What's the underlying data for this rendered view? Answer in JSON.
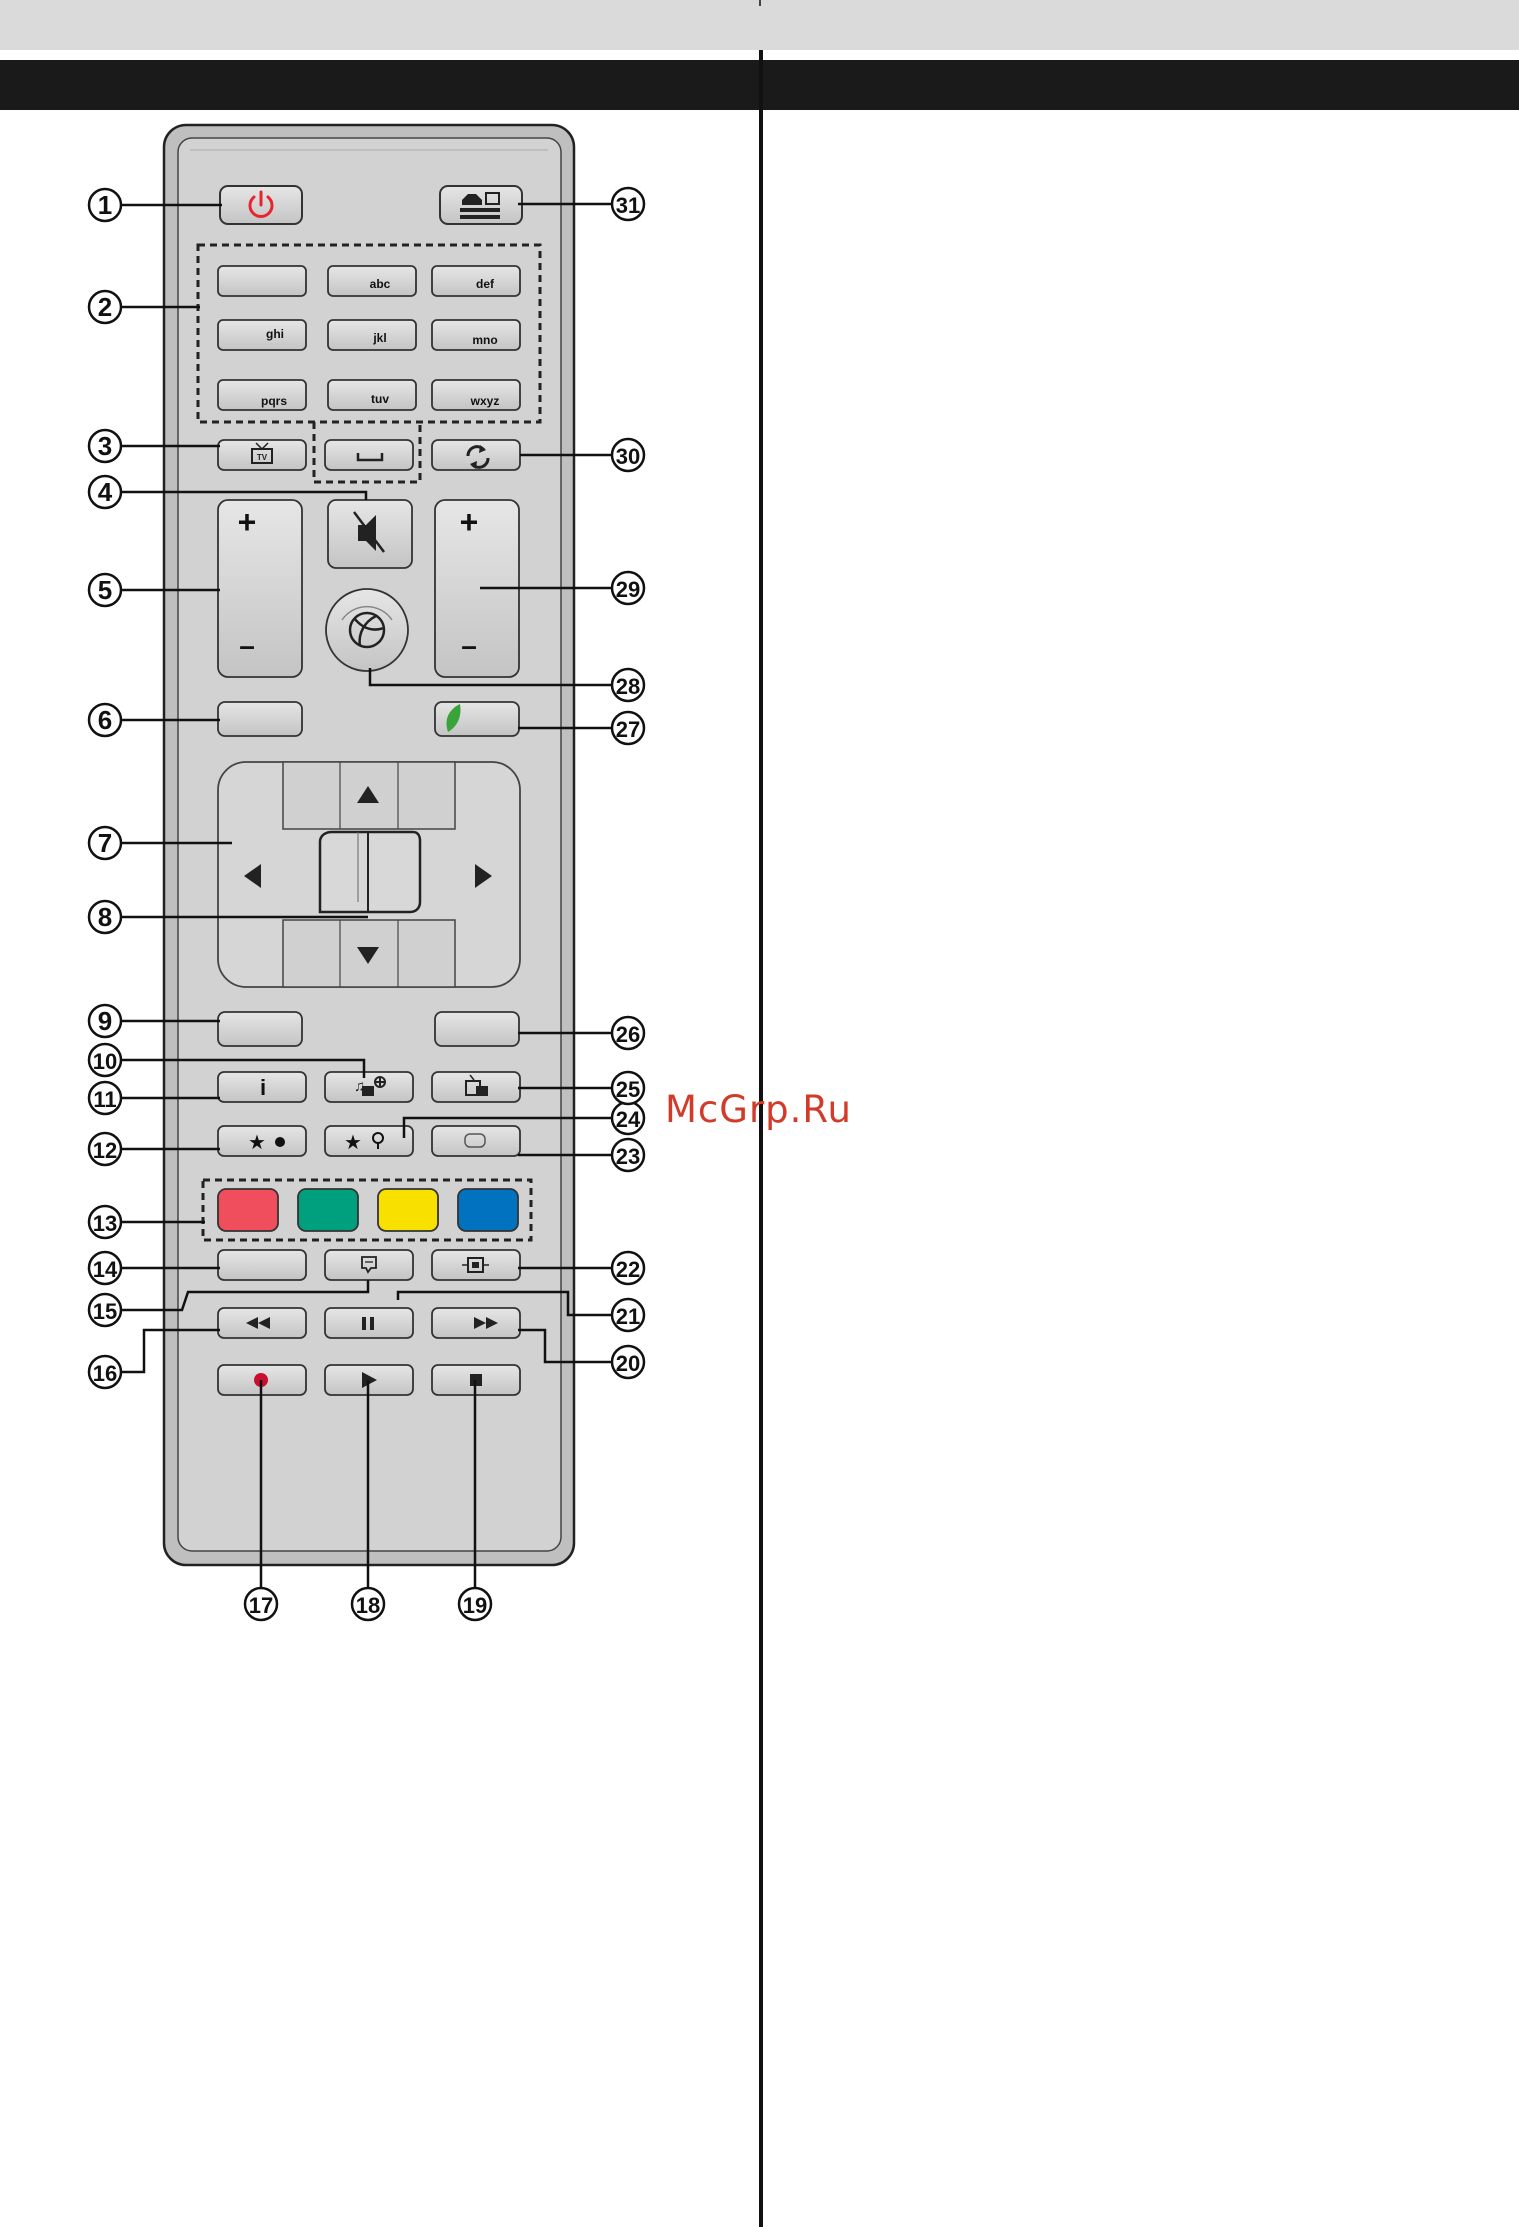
{
  "watermark": "McGrp.Ru",
  "keypad": {
    "labels": [
      "",
      "abc",
      "def",
      "ghi",
      "jkl",
      "mno",
      "pqrs",
      "tuv",
      "wxyz"
    ]
  },
  "volume": {
    "plus": "+",
    "minus": "–"
  },
  "program": {
    "plus": "+",
    "minus": "–"
  },
  "info_label": "i",
  "callouts": [
    "1",
    "2",
    "3",
    "4",
    "5",
    "6",
    "7",
    "8",
    "9",
    "10",
    "11",
    "12",
    "13",
    "14",
    "15",
    "16",
    "17",
    "18",
    "19",
    "20",
    "21",
    "22",
    "23",
    "24",
    "25",
    "26",
    "27",
    "28",
    "29",
    "30",
    "31"
  ],
  "colors": {
    "red": "#f04e5c",
    "green": "#00a07e",
    "yellow": "#f8e000",
    "blue": "#0072c0",
    "power": "#e8252e",
    "record": "#c8102e",
    "eco": "#3aa33a"
  }
}
